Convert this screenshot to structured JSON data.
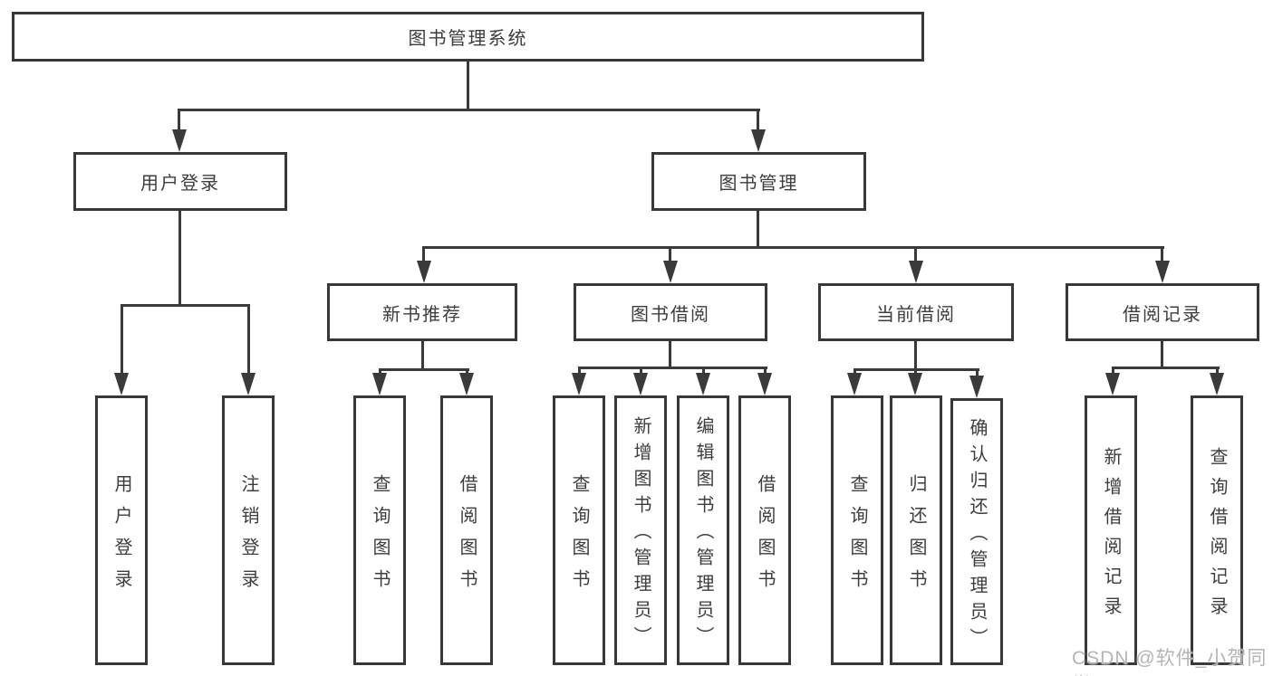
{
  "diagram_title": "图书管理系统",
  "nodes": {
    "root": "图书管理系统",
    "user_login": "用户登录",
    "book_management": "图书管理",
    "new_book_recommend": "新书推荐",
    "book_borrow": "图书借阅",
    "current_borrow": "当前借阅",
    "borrow_record": "借阅记录",
    "leaf_user_login": "用户登录",
    "leaf_logout": "注销登录",
    "leaf_query_book_a": "查询图书",
    "leaf_borrow_book_a": "借阅图书",
    "leaf_query_book_b": "查询图书",
    "leaf_add_book": "新增图书（管理员）",
    "leaf_edit_book": "编辑图书（管理员）",
    "leaf_borrow_book_b": "借阅图书",
    "leaf_query_book_c": "查询图书",
    "leaf_return_book": "归还图书",
    "leaf_confirm_return": "确认归还（管理员）",
    "leaf_add_borrow_record": "新增借阅记录",
    "leaf_query_borrow_record": "查询借阅记录"
  },
  "watermark": "CSDN @软件_小贺同学",
  "colors": {
    "line": "#3a3a3a",
    "border": "#383838",
    "text": "#3d3d3d",
    "watermark": "#b5b5b5",
    "background": "#ffffff"
  }
}
